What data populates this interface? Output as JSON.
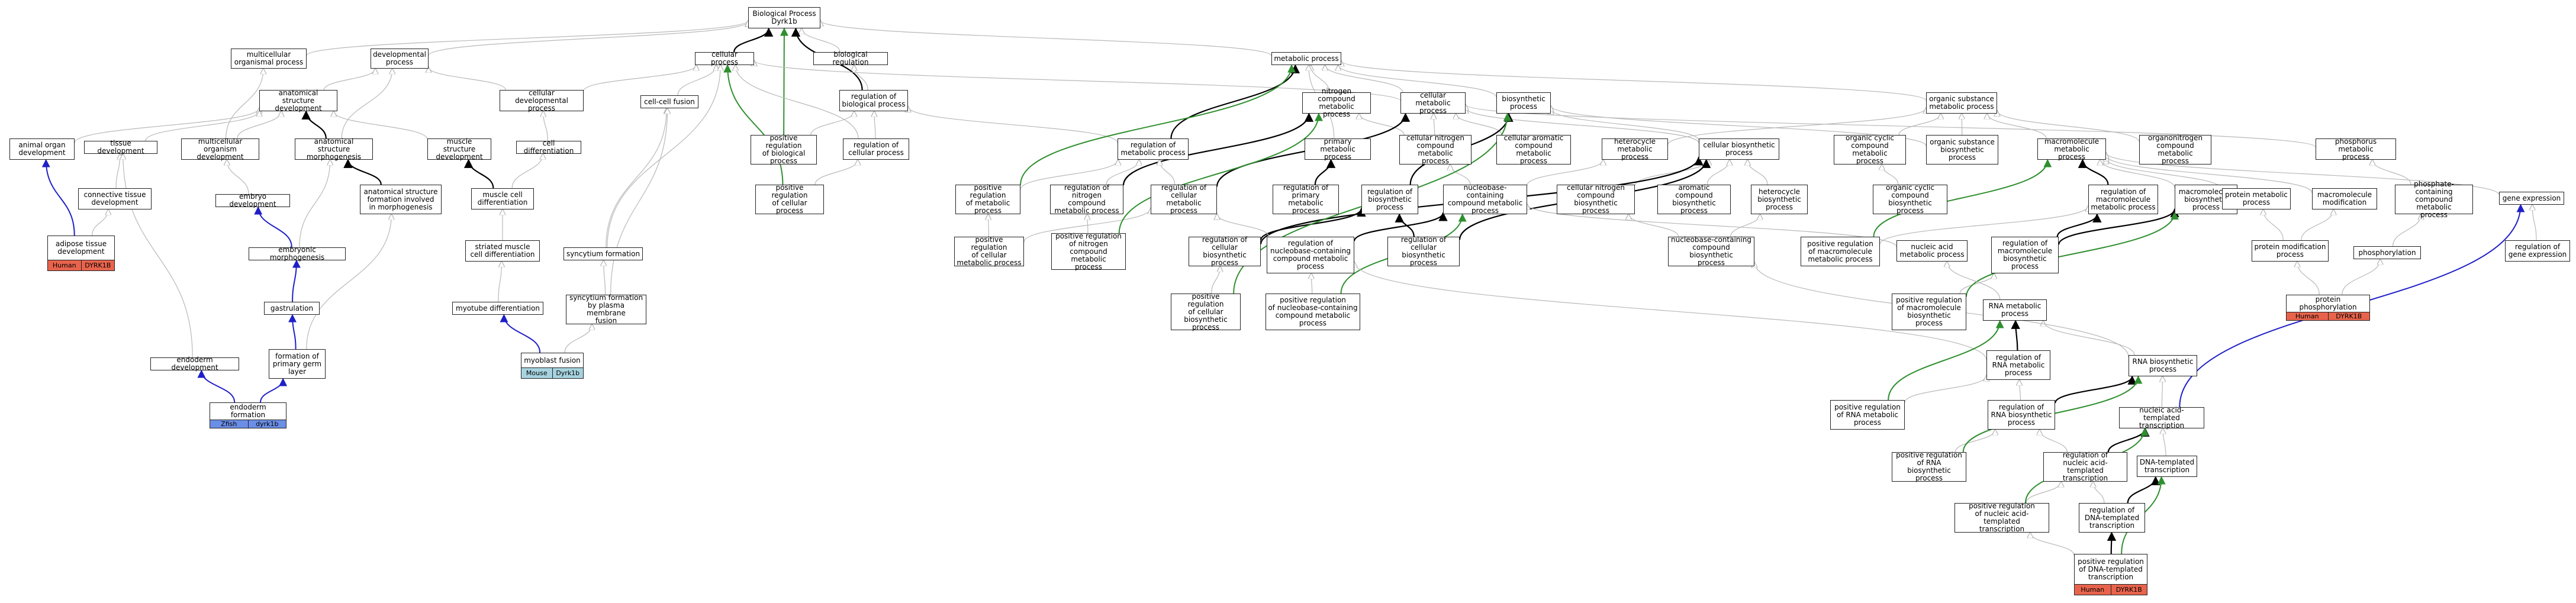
{
  "colors": {
    "edge_gray": "#b8b8b8",
    "edge_black": "#000000",
    "edge_green": "#2f8f2f",
    "edge_blue": "#1f1fc8",
    "human": "#e8634c",
    "mouse": "#a6d3df",
    "zfish": "#6b8ee6"
  },
  "nodes": {
    "bp": "Biological Process\nDyrk1b",
    "cellular_process": "cellular process",
    "biological_regulation": "biological regulation",
    "developmental_process": "developmental\nprocess",
    "multicellular_organismal_process": "multicellular\norganismal process",
    "metabolic_process": "metabolic process",
    "regulation_of_biological_process": "regulation of\nbiological process",
    "cell_cell_fusion": "cell-cell fusion",
    "anatomical_structure_development": "anatomical structure\ndevelopment",
    "cellular_developmental_process": "cellular developmental\nprocess",
    "nitrogen_compound_metabolic_process": "nitrogen compound\nmetabolic process",
    "cellular_metabolic_process": "cellular metabolic\nprocess",
    "biosynthetic_process": "biosynthetic\nprocess",
    "organic_substance_metabolic_process": "organic substance\nmetabolic process",
    "animal_organ_development": "animal organ\ndevelopment",
    "tissue_development": "tissue development",
    "multicellular_organism_development": "multicellular\norganism development",
    "anatomical_structure_morphogenesis": "anatomical structure\nmorphogenesis",
    "muscle_structure_development": "muscle structure\ndevelopment",
    "cell_differentiation": "cell differentiation",
    "positive_regulation_of_biological_process": "positive regulation\nof biological\nprocess",
    "regulation_of_cellular_process": "regulation of\ncellular process",
    "regulation_of_metabolic_process": "regulation of\nmetabolic process",
    "primary_metabolic_process": "primary metabolic\nprocess",
    "cellular_nitrogen_compound_metabolic_process": "cellular nitrogen\ncompound metabolic\nprocess",
    "cellular_aromatic_compound_metabolic_process": "cellular aromatic\ncompound metabolic\nprocess",
    "heterocycle_metabolic_process": "heterocycle\nmetabolic process",
    "cellular_biosynthetic_process": "cellular biosynthetic\nprocess",
    "organic_cyclic_compound_metabolic_process": "organic cyclic\ncompound metabolic\nprocess",
    "organic_substance_biosynthetic_process": "organic substance\nbiosynthetic\nprocess",
    "macromolecule_metabolic_process": "macromolecule\nmetabolic process",
    "organonitrogen_compound_metabolic_process": "organonitrogen\ncompound metabolic\nprocess",
    "phosphorus_metabolic_process": "phosphorus metabolic\nprocess",
    "connective_tissue_development": "connective tissue\ndevelopment",
    "embryo_development": "embryo development",
    "anatomical_structure_formation": "anatomical structure\nformation involved\nin morphogenesis",
    "muscle_cell_differentiation": "muscle cell\ndifferentiation",
    "positive_regulation_of_cellular_process": "positive regulation\nof cellular\nprocess",
    "positive_regulation_of_metabolic_process": "positive regulation\nof metabolic\nprocess",
    "regulation_of_nitrogen_compound_metabolic_process": "regulation of\nnitrogen compound\nmetabolic process",
    "regulation_of_cellular_metabolic_process": "regulation of\ncellular metabolic\nprocess",
    "regulation_of_primary_metabolic_process": "regulation of\nprimary metabolic\nprocess",
    "regulation_of_biosynthetic_process": "regulation of\nbiosynthetic\nprocess",
    "nucleobase_containing_compound_metabolic_process": "nucleobase-containing\ncompound metabolic\nprocess",
    "cellular_nitrogen_compound_biosynthetic_process": "cellular nitrogen\ncompound biosynthetic\nprocess",
    "aromatic_compound_biosynthetic_process": "aromatic compound\nbiosynthetic\nprocess",
    "heterocycle_biosynthetic_process": "heterocycle\nbiosynthetic\nprocess",
    "organic_cyclic_compound_biosynthetic_process": "organic cyclic\ncompound\nbiosynthetic process",
    "regulation_of_macromolecule_metabolic_process": "regulation of\nmacromolecule\nmetabolic process",
    "macromolecule_biosynthetic_process": "macromolecule\nbiosynthetic\nprocess",
    "protein_metabolic_process": "protein metabolic\nprocess",
    "macromolecule_modification": "macromolecule\nmodification",
    "phosphate_containing_compound_metabolic_process": "phosphate-containing\ncompound metabolic\nprocess",
    "gene_expression": "gene expression",
    "adipose_tissue_development": "adipose tissue\ndevelopment",
    "embryonic_morphogenesis": "embryonic morphogenesis",
    "striated_muscle_cell_differentiation": "striated muscle\ncell differentiation",
    "syncytium_formation": "syncytium formation",
    "positive_regulation_of_cellular_metabolic_process": "positive regulation\nof cellular\nmetabolic process",
    "positive_regulation_of_nitrogen_compound_metabolic_process": "positive regulation\nof nitrogen\ncompound metabolic\nprocess",
    "regulation_of_cellular_biosynthetic_process_top": "regulation of\ncellular biosynthetic\nprocess",
    "regulation_of_nucleobase_containing_compound_metabolic_process": "regulation of\nnucleobase-containing\ncompound metabolic\nprocess",
    "regulation_of_cellular_biosynthetic_process": "regulation of\ncellular biosynthetic\nprocess",
    "nucleobase_containing_compound_biosynthetic_process": "nucleobase-containing\ncompound biosynthetic\nprocess",
    "positive_regulation_of_macromolecule_metabolic_process": "positive regulation\nof macromolecule\nmetabolic process",
    "nucleic_acid_metabolic_process": "nucleic acid\nmetabolic process",
    "regulation_of_macromolecule_biosynthetic_process": "regulation of\nmacromolecule\nbiosynthetic\nprocess",
    "protein_modification_process": "protein modification\nprocess",
    "phosphorylation": "phosphorylation",
    "regulation_of_gene_expression": "regulation of\ngene expression",
    "gastrulation": "gastrulation",
    "myotube_differentiation": "myotube differentiation",
    "syncytium_formation_by_plasma_membrane_fusion": "syncytium formation\nby plasma membrane\nfusion",
    "positive_regulation_of_cellular_biosynthetic_process": "positive regulation\nof cellular\nbiosynthetic\nprocess",
    "positive_regulation_of_nucleobase_containing_compound_metabolic_process": "positive regulation\nof nucleobase-containing\ncompound metabolic\nprocess",
    "positive_regulation_of_macromolecule_biosynthetic_process": "positive regulation\nof macromolecule\nbiosynthetic\nprocess",
    "rna_metabolic_process": "RNA metabolic\nprocess",
    "endoderm_development": "endoderm development",
    "formation_of_primary_germ_layer": "formation of\nprimary germ\nlayer",
    "regulation_of_rna_metabolic_process": "regulation of\nRNA metabolic\nprocess",
    "rna_biosynthetic_process": "RNA biosynthetic\nprocess",
    "positive_regulation_of_rna_metabolic_process": "positive regulation\nof RNA metabolic\nprocess",
    "regulation_of_rna_biosynthetic_process": "regulation of\nRNA biosynthetic\nprocess",
    "nucleic_acid_templated_transcription": "nucleic acid-templated\ntranscription",
    "positive_regulation_of_rna_biosynthetic_process": "positive regulation\nof RNA biosynthetic\nprocess",
    "regulation_of_nucleic_acid_templated_transcription": "regulation of\nnucleic acid-templated\ntranscription",
    "dna_templated_transcription": "DNA-templated\ntranscription",
    "positive_regulation_of_nucleic_acid_templated_transcription": "positive regulation\nof nucleic acid-templated\ntranscription",
    "regulation_of_dna_templated_transcription": "regulation of\nDNA-templated\ntranscription"
  },
  "leaves": {
    "adipose": {
      "label": "adipose tissue\ndevelopment",
      "species": "Human",
      "gene": "DYRK1B",
      "color": "#e8634c"
    },
    "protein_phosphorylation": {
      "label": "protein phosphorylation",
      "species": "Human",
      "gene": "DYRK1B",
      "color": "#e8634c"
    },
    "myoblast_fusion": {
      "label": "myoblast fusion",
      "species": "Mouse",
      "gene": "Dyrk1b",
      "color": "#a6d3df"
    },
    "endoderm_formation": {
      "label": "endoderm formation",
      "species": "Zfish",
      "gene": "dyrk1b",
      "color": "#6b8ee6"
    },
    "positive_regulation_of_dna_templated_transcription": {
      "label": "positive regulation\nof DNA-templated\ntranscription",
      "species": "Human",
      "gene": "DYRK1B",
      "color": "#e8634c"
    }
  }
}
